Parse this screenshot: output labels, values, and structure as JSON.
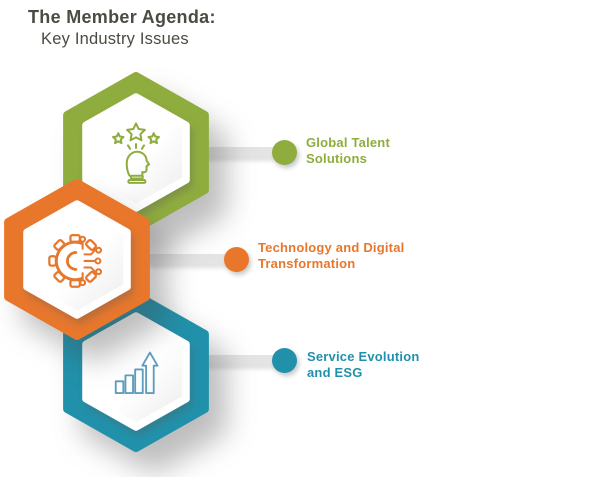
{
  "title": {
    "line1": "The Member Agenda:",
    "line2": "Key Industry Issues"
  },
  "items": [
    {
      "id": "global-talent",
      "lines": [
        "Global Talent",
        "Solutions"
      ],
      "color": "#8fad3e",
      "icon": "head-stars-icon"
    },
    {
      "id": "technology-digital",
      "lines": [
        "Technology and Digital",
        "Transformation"
      ],
      "color": "#e8772c",
      "icon": "gear-circuit-icon"
    },
    {
      "id": "service-esg",
      "lines": [
        "Service Evolution",
        "and ESG"
      ],
      "color": "#2191ab",
      "icon": "growth-arrow-icon"
    }
  ],
  "colors": {
    "green": "#8fad3e",
    "orange": "#e8772c",
    "teal": "#2191ab",
    "title_ink": "#4a4c42",
    "connector_gray": "#e4e4e4",
    "chart_icon_blue": "#5e9dbd"
  }
}
